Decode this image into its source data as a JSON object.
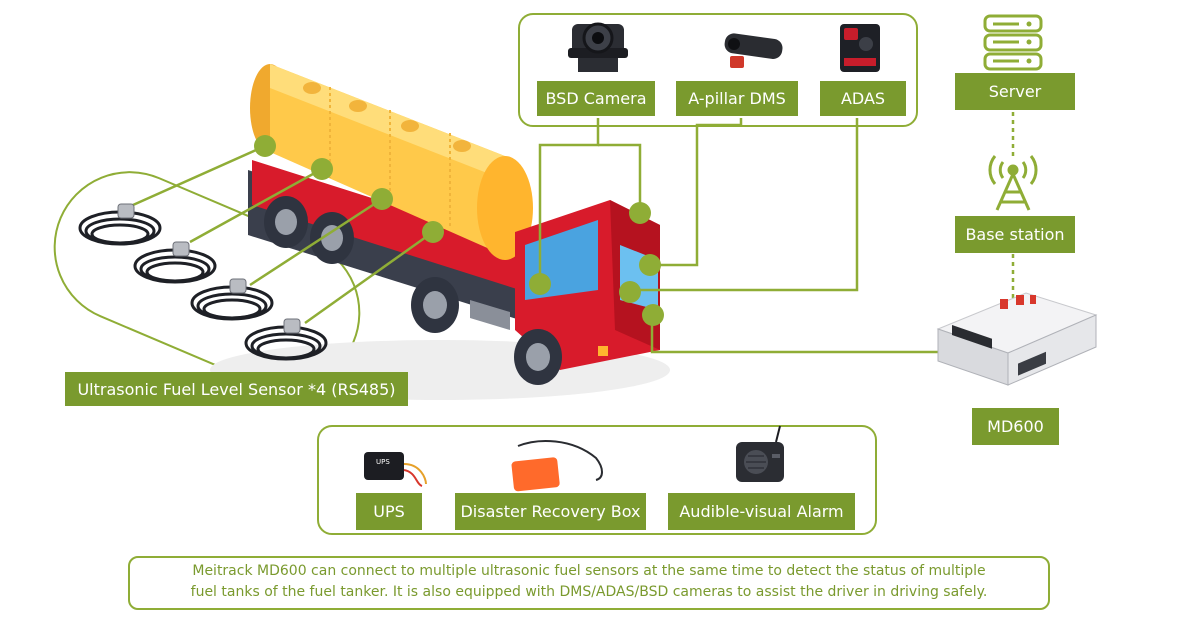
{
  "colors": {
    "accent": "#7a9a2e",
    "outline": "#8fad36",
    "tank": "#ffc94a",
    "truck_red": "#d81b2b",
    "window": "#4aa3e0"
  },
  "devices": {
    "bsd_camera": "BSD Camera",
    "apillar_dms": "A-pillar DMS",
    "adas": "ADAS"
  },
  "network": {
    "server": "Server",
    "base_station": "Base station",
    "md600": "MD600"
  },
  "sensors": {
    "label": "Ultrasonic Fuel Level Sensor *4 (RS485)",
    "count": 4
  },
  "accessories": {
    "ups": "UPS",
    "ups_tag": "UPS",
    "disaster_box": "Disaster Recovery Box",
    "alarm": "Audible-visual Alarm"
  },
  "caption": {
    "line1": "Meitrack MD600 can connect to multiple ultrasonic fuel sensors at the same time to detect the status of multiple",
    "line2": "fuel tanks of the fuel tanker. It is also equipped with DMS/ADAS/BSD cameras to assist the driver in driving safely."
  },
  "icons": [
    "camera-icon",
    "dms-icon",
    "adas-icon",
    "server-icon",
    "antenna-icon",
    "md600-icon",
    "ups-icon",
    "disaster-box-icon",
    "alarm-icon",
    "fuel-sensor-icon"
  ]
}
